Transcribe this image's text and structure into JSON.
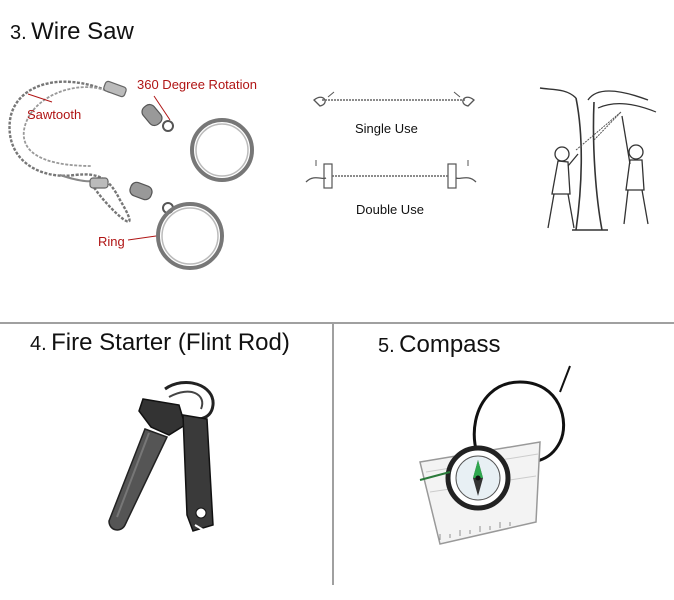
{
  "wire_saw": {
    "number": "3.",
    "title": "Wire Saw",
    "labels": {
      "rotation": "360 Degree Rotation",
      "sawtooth": "Sawtooth",
      "ring": "Ring"
    },
    "single_use": "Single Use",
    "double_use": "Double Use"
  },
  "fire_starter": {
    "number": "4.",
    "title": "Fire Starter (Flint Rod)"
  },
  "compass": {
    "number": "5.",
    "title": "Compass"
  },
  "colors": {
    "callout_red": "#b01515",
    "divider_gray": "#a0a0a0"
  }
}
